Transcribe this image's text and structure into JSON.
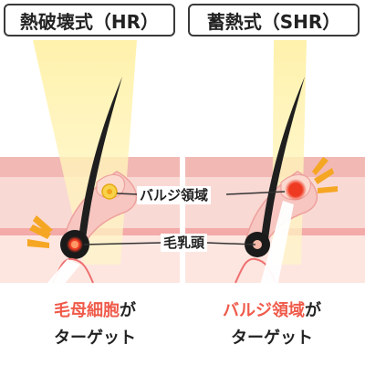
{
  "titles": {
    "hr": "熱破壊式（HR）",
    "shr": "蓄熱式（SHR）"
  },
  "callouts": {
    "bulge": "バルジ領域",
    "papilla": "毛乳頭"
  },
  "targets": {
    "hr": {
      "highlight": "毛母細胞",
      "suffix": "が",
      "line2": "ターゲット"
    },
    "shr": {
      "highlight": "バルジ領域",
      "suffix": "が",
      "line2": "ターゲット"
    }
  },
  "colors": {
    "skin_top": "#f6c9c5",
    "skin_mid": "#fbe3dd",
    "skin_deep": "#fde8e1",
    "skin_band": "#f19ea0",
    "hair": "#1a1a1a",
    "beam": "#fff3b0",
    "heat_orange": "#f5a623",
    "heat_red": "#ef4a2a",
    "highlight_text": "#ef5a4a"
  }
}
